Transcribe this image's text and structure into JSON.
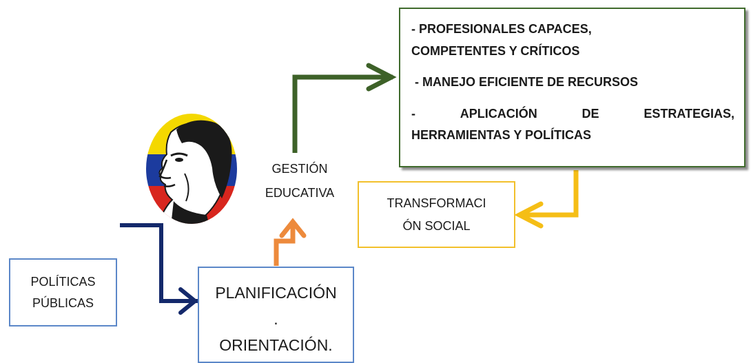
{
  "politicas": {
    "line1": "POLÍTICAS",
    "line2": "PÚBLICAS"
  },
  "planificacion": {
    "line1": "PLANIFICACIÓN",
    "line2": ".",
    "line3": "ORIENTACIÓN."
  },
  "gestion": {
    "line1": "GESTIÓN",
    "line2": "EDUCATIVA"
  },
  "transformacion": {
    "line1": "TRANSFORMACI",
    "line2": "ÓN SOCIAL"
  },
  "outcomes": {
    "item1_line1": "- PROFESIONALES CAPACES,",
    "item1_line2": "COMPETENTES  Y CRÍTICOS",
    "item2": " - MANEJO EFICIENTE DE RECURSOS",
    "item3_words": [
      "-",
      "APLICACIÓN",
      "DE",
      "ESTRATEGIAS,"
    ],
    "item3_line2": "HERRAMIENTAS Y POLÍTICAS"
  },
  "colors": {
    "navy_arrow": "#14296b",
    "green_arrow": "#3d6128",
    "orange_arrow": "#ed8a3c",
    "yellow_arrow": "#f5be16",
    "blue_border": "#5b87c8",
    "green_border": "#3f6a2c",
    "yellow_border": "#f2c02b"
  },
  "logo": {
    "icon": "bolivar-portrait-icon",
    "flag_colors": [
      "#f4d800",
      "#1c3b9e",
      "#d8261e"
    ]
  }
}
